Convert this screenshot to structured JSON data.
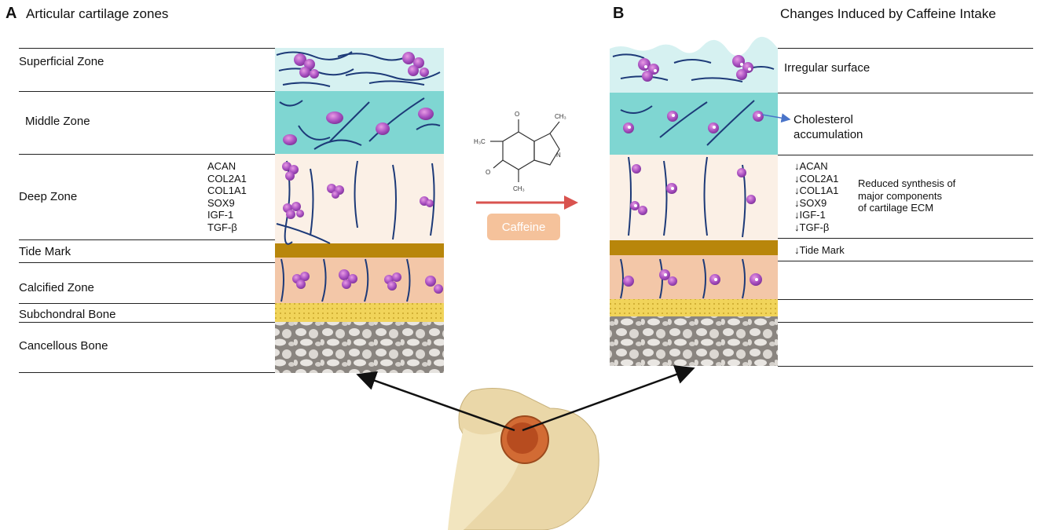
{
  "panel_a": {
    "letter": "A",
    "title": "Articular cartilage zones",
    "zones": {
      "superficial": "Superficial Zone",
      "middle": "Middle Zone",
      "deep": "Deep Zone",
      "tide": "Tide Mark",
      "calcified": "Calcified Zone",
      "subchondral": "Subchondral Bone",
      "cancellous": "Cancellous Bone"
    },
    "genes": [
      "ACAN",
      "COL2A1",
      "COL1A1",
      "SOX9",
      "IGF-1",
      "TGF-β"
    ]
  },
  "panel_b": {
    "letter": "B",
    "title": "Changes Induced by Caffeine Intake",
    "irregular_surface": "Irregular surface",
    "cholesterol_line1": "Cholesterol",
    "cholesterol_line2": "accumulation",
    "genes_reduced": [
      "↓ACAN",
      "↓COL2A1",
      "↓COL1A1",
      "↓SOX9",
      "↓IGF-1",
      "↓TGF-β"
    ],
    "reduced_synthesis": [
      "Reduced synthesis of",
      "major components",
      "of cartilage ECM"
    ],
    "tide_mark": "↓Tide Mark"
  },
  "center": {
    "caffeine_label": "Caffeine",
    "molecule_labels": {
      "ch3": "CH₃",
      "h3c": "H₃C",
      "n": "N",
      "o": "O"
    }
  },
  "colors": {
    "superficial": "#d6f1f1",
    "middle": "#7fd6d2",
    "deep": "#fbf0e6",
    "tide": "#b8860b",
    "calcified": "#f3c7a8",
    "subchondral": "#f1d45a",
    "cancellous": "#8a8580",
    "cell": "#a84fc0",
    "fiber": "#1d3a78",
    "arrow_red": "#d9534f",
    "caffeine_btn": "#f5c29b"
  }
}
